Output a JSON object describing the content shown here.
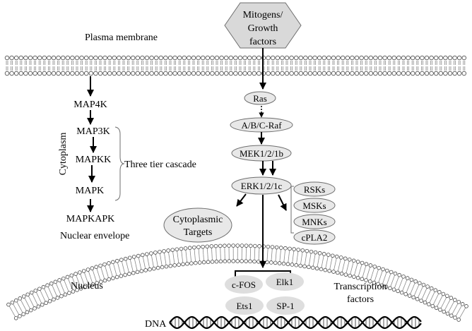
{
  "labels": {
    "mitogens_line1": "Mitogens/",
    "mitogens_line2": "Growth",
    "mitogens_line3": "factors",
    "plasma_membrane": "Plasma membrane",
    "nuclear_envelope": "Nuclear envelope",
    "cytoplasm": "Cytoplasm",
    "nucleus": "Nucleus",
    "dna": "DNA",
    "three_tier": "Three tier cascade",
    "transcription_line1": "Transcription",
    "transcription_line2": "factors",
    "cyto_targets_line1": "Cytoplasmic",
    "cyto_targets_line2": "Targets"
  },
  "left_cascade": [
    "MAP4K",
    "MAP3K",
    "MAPKK",
    "MAPK",
    "MAPKAPK"
  ],
  "pathway": {
    "ras": "Ras",
    "raf": "A/B/C-Raf",
    "mek": "MEK1/2/1b",
    "erk": "ERK1/2/1c"
  },
  "erk_substrates": [
    "RSKs",
    "MSKs",
    "MNKs",
    "cPLA2"
  ],
  "transcription_factors": [
    "c-FOS",
    "Elk1",
    "Ets1",
    "SP-1"
  ],
  "colors": {
    "node_fill": "#e8e8e8",
    "node_stroke": "#6e6e6e",
    "tf_fill": "#dedede",
    "hexagon_fill": "#d9d9d9",
    "line": "#000000"
  }
}
